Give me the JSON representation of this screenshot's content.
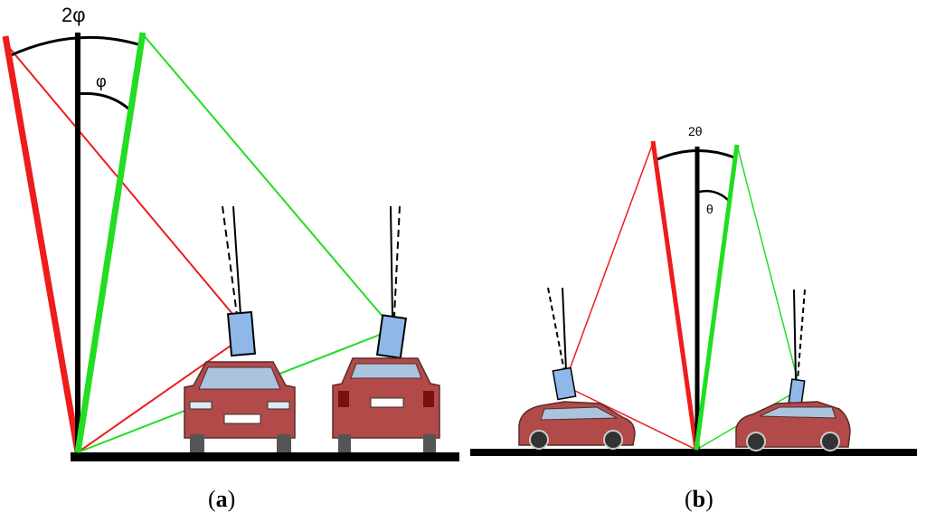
{
  "panel_a": {
    "label_outer": "2φ",
    "label_inner": "φ",
    "caption_open": "(",
    "caption_letter": "a",
    "caption_close": ")"
  },
  "panel_b": {
    "label_outer": "2θ",
    "label_inner": "θ",
    "caption_open": "(",
    "caption_letter": "b",
    "caption_close": ")"
  },
  "colors": {
    "red": "#ee1c1c",
    "green": "#22dd22",
    "black": "#000000",
    "car_body": "#b24a4a",
    "mirror": "#8fb8e8"
  }
}
